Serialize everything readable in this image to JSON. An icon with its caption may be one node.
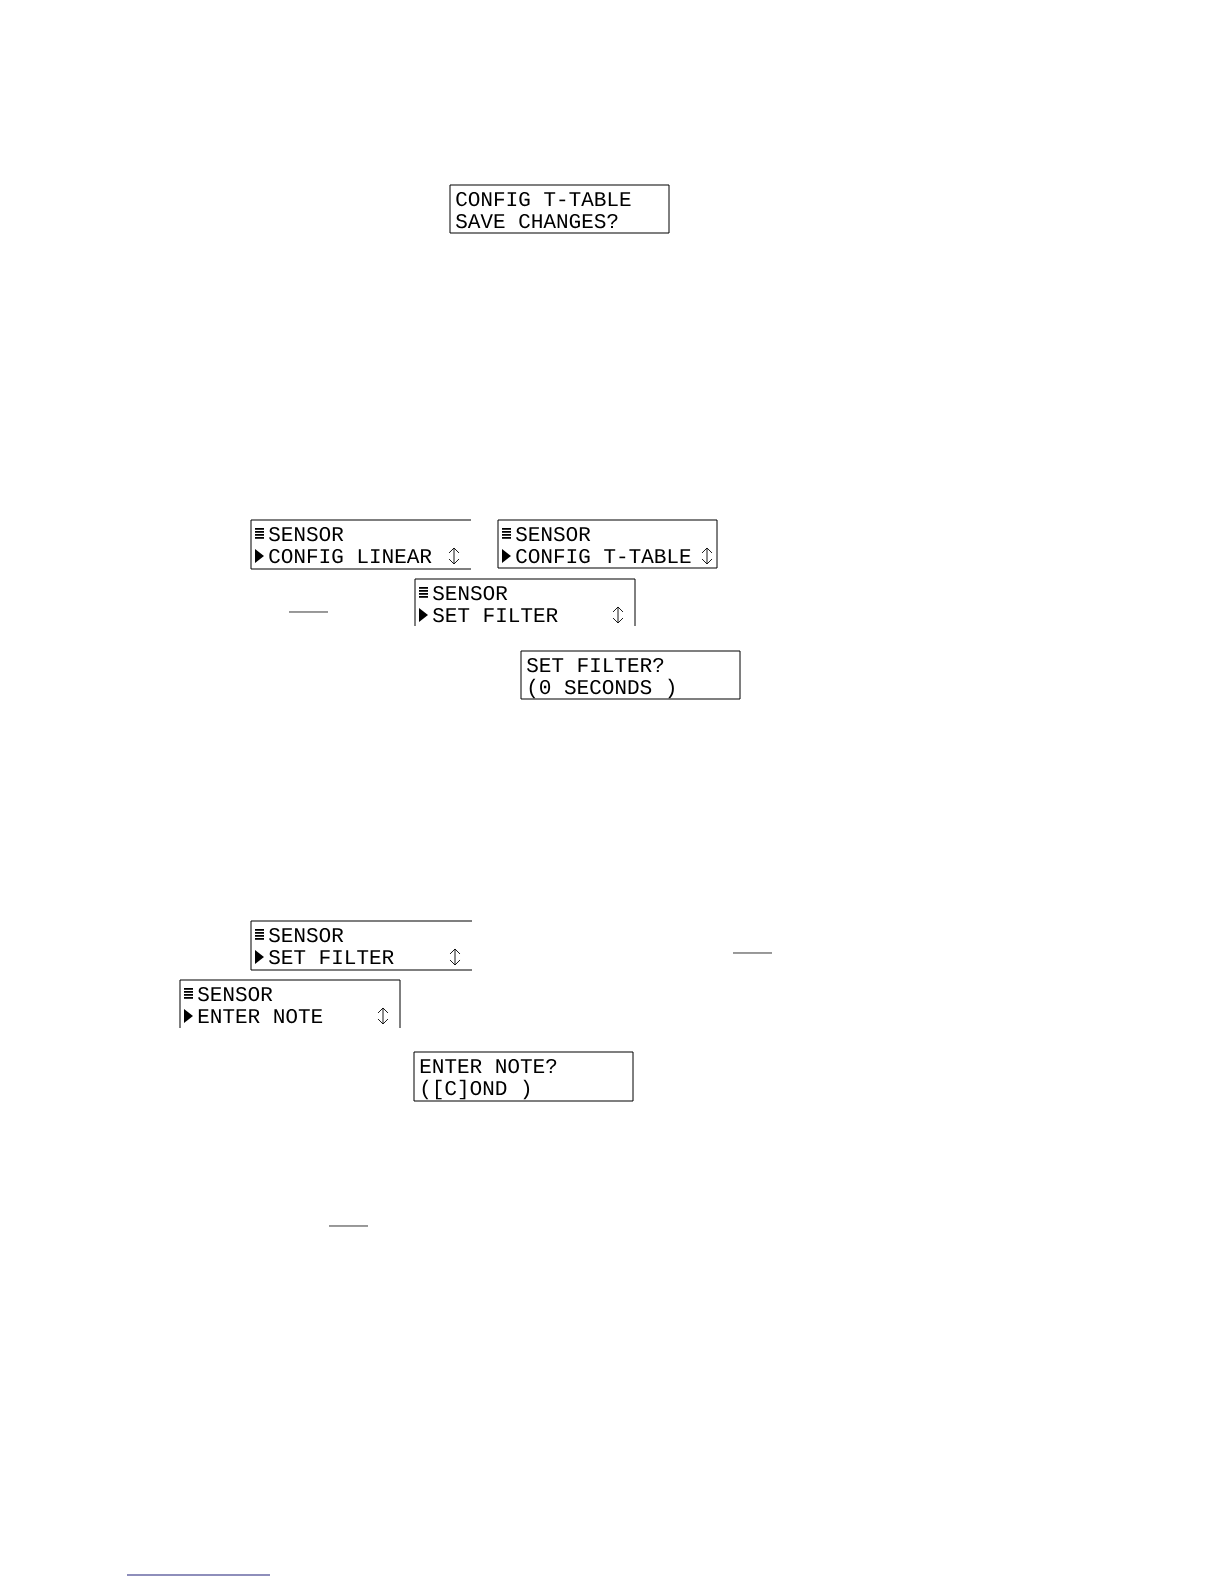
{
  "diagram": {
    "nodes": [
      {
        "text": [
          "CONFIG T-TABLE",
          "SAVE CHANGES?"
        ]
      },
      {
        "text": [
          "SENSOR",
          "CONFIG LINEAR"
        ]
      },
      {
        "text": [
          "SENSOR",
          "CONFIG T-TABLE"
        ]
      },
      {
        "text": [
          "SENSOR",
          "SET FILTER"
        ]
      },
      {
        "text": [
          "SET FILTER?",
          "(0 SECONDS )"
        ]
      },
      {
        "text": [
          "SENSOR",
          "SET FILTER"
        ]
      },
      {
        "text": [
          "SENSOR",
          "ENTER NOTE"
        ]
      },
      {
        "text": [
          "ENTER NOTE?",
          "([C]OND )"
        ]
      }
    ]
  }
}
